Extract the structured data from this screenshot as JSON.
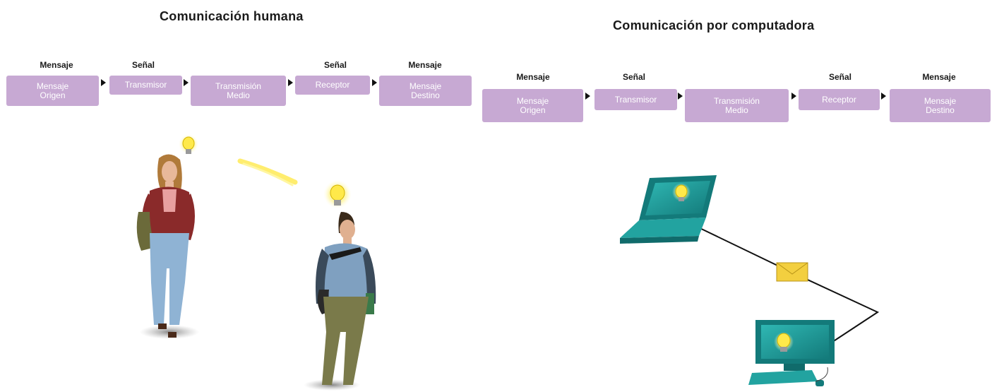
{
  "human": {
    "title": "Comunicación humana",
    "labels": {
      "mensaje_origen": "Mensaje",
      "senal_transmisor": "Señal",
      "senal_receptor": "Señal",
      "mensaje_destino": "Mensaje"
    },
    "boxes": {
      "origen": [
        "Mensaje",
        "Origen"
      ],
      "transmisor": [
        "Transmisor"
      ],
      "medio": [
        "Transmisión",
        "Medio"
      ],
      "receptor": [
        "Receptor"
      ],
      "destino": [
        "Mensaje",
        "Destino"
      ]
    }
  },
  "computer": {
    "title": "Comunicación por computadora",
    "labels": {
      "mensaje_origen": "Mensaje",
      "senal_transmisor": "Señal",
      "senal_receptor": "Señal",
      "mensaje_destino": "Mensaje"
    },
    "boxes": {
      "origen": [
        "Mensaje",
        "Origen"
      ],
      "transmisor": [
        "Transmisor"
      ],
      "medio": [
        "Transmisión",
        "Medio"
      ],
      "receptor": [
        "Receptor"
      ],
      "destino": [
        "Mensaje",
        "Destino"
      ]
    }
  },
  "colors": {
    "box_fill": "#c7a9d3",
    "box_text": "#ffffff",
    "laptop_teal": "#1f9a9a",
    "bulb_yellow": "#ffe94a",
    "envelope": "#f3cf3f"
  },
  "icons": [
    "lightbulb-icon",
    "laptop-icon",
    "desktop-computer-icon",
    "envelope-icon",
    "woman-figure",
    "man-figure"
  ]
}
